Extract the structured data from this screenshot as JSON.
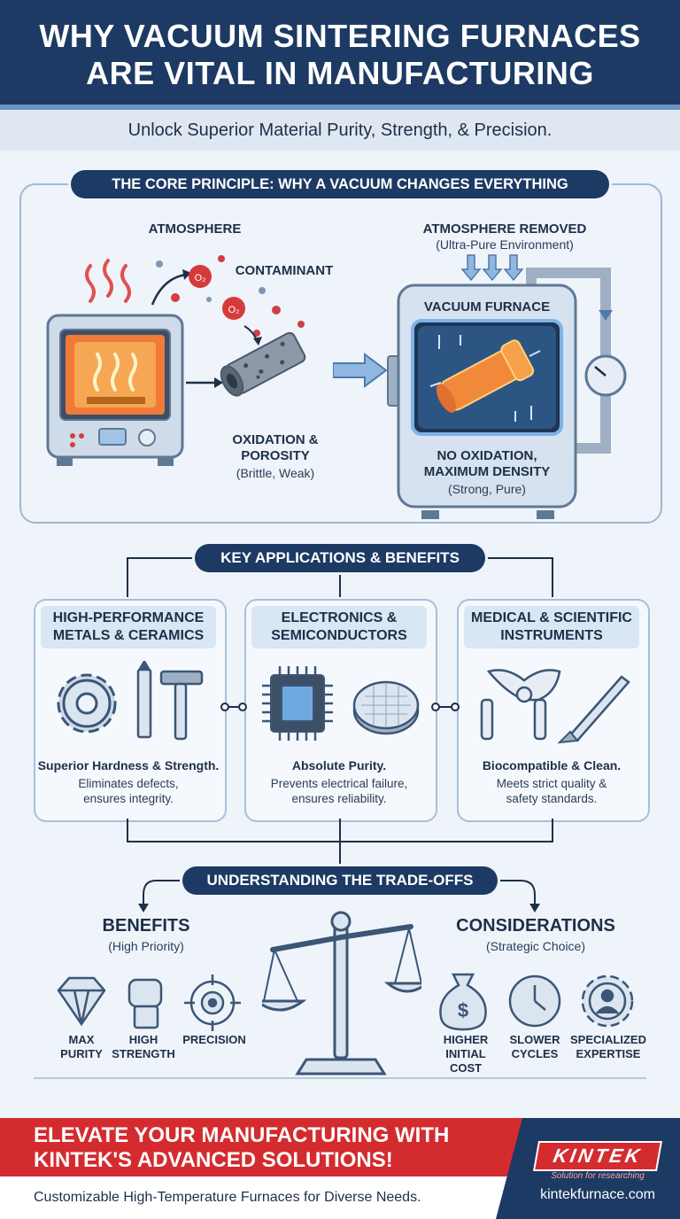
{
  "header": {
    "title_line1": "WHY VACUUM SINTERING FURNACES",
    "title_line2": "ARE VITAL IN MANUFACTURING",
    "subtitle": "Unlock Superior Material Purity, Strength, & Precision."
  },
  "core": {
    "title": "THE CORE PRINCIPLE: WHY A VACUUM CHANGES EVERYTHING",
    "left": {
      "atmosphere": "ATMOSPHERE",
      "contaminant": "CONTAMINANT",
      "o2": "O₂",
      "result": "OXIDATION &",
      "result2": "POROSITY",
      "result_note": "(Brittle, Weak)"
    },
    "right": {
      "removed": "ATMOSPHERE REMOVED",
      "removed_note": "(Ultra-Pure Environment)",
      "furnace_label": "VACUUM FURNACE",
      "result": "NO OXIDATION,",
      "result2": "MAXIMUM DENSITY",
      "result_note": "(Strong, Pure)"
    }
  },
  "applications": {
    "title": "KEY APPLICATIONS & BENEFITS",
    "cards": [
      {
        "head1": "HIGH-PERFORMANCE",
        "head2": "METALS & CERAMICS",
        "title": "Superior Hardness & Strength.",
        "desc1": "Eliminates defects,",
        "desc2": "ensures integrity."
      },
      {
        "head1": "ELECTRONICS &",
        "head2": "SEMICONDUCTORS",
        "title": "Absolute Purity.",
        "desc1": "Prevents electrical failure,",
        "desc2": "ensures reliability."
      },
      {
        "head1": "MEDICAL & SCIENTIFIC",
        "head2": "INSTRUMENTS",
        "title": "Biocompatible & Clean.",
        "desc1": "Meets strict quality &",
        "desc2": "safety standards."
      }
    ]
  },
  "tradeoffs": {
    "title": "UNDERSTANDING THE TRADE-OFFS",
    "benefits": {
      "heading": "BENEFITS",
      "note": "(High Priority)",
      "items": [
        {
          "l1": "MAX",
          "l2": "PURITY",
          "icon": "diamond-icon"
        },
        {
          "l1": "HIGH",
          "l2": "STRENGTH",
          "icon": "fist-icon"
        },
        {
          "l1": "PRECISION",
          "l2": "",
          "icon": "target-icon"
        }
      ]
    },
    "considerations": {
      "heading": "CONSIDERATIONS",
      "note": "(Strategic Choice)",
      "items": [
        {
          "l1": "HIGHER",
          "l2": "INITIAL COST",
          "icon": "money-bag-icon"
        },
        {
          "l1": "SLOWER",
          "l2": "CYCLES",
          "icon": "clock-icon"
        },
        {
          "l1": "SPECIALIZED",
          "l2": "EXPERTISE",
          "icon": "expert-gear-icon"
        }
      ]
    }
  },
  "footer": {
    "cta_line1": "ELEVATE YOUR MANUFACTURING WITH",
    "cta_line2": "KINTEK'S ADVANCED SOLUTIONS!",
    "tagline": "Customizable High-Temperature Furnaces for Diverse Needs.",
    "logo": "KINTEK",
    "logo_tag": "Solution for researching",
    "website": "kintekfurnace.com"
  },
  "colors": {
    "navy": "#1c3a63",
    "accent_red": "#d42b2f",
    "steel_blue": "#6f95c1",
    "background": "#eef4fa"
  }
}
